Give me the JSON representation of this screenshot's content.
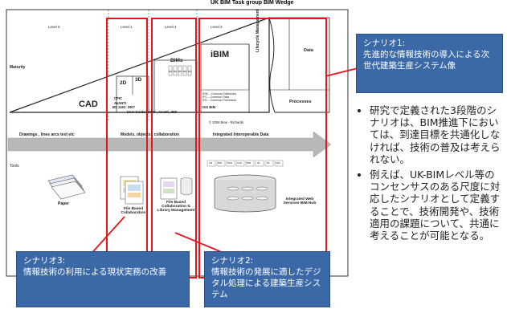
{
  "diagram": {
    "title": "UK BIM Task group BIM Wedge",
    "levels": [
      "Level 0",
      "Level 1",
      "Level 2",
      "Level 3"
    ],
    "maturity_label": "Maturity",
    "tools_label": "Tools",
    "wedge_labels": {
      "cad": "CAD",
      "two_d": "2D",
      "three_d": "3D",
      "bims": "BIMs",
      "ibim": "iBIM",
      "lifecycle": "Lifecycle Management",
      "data": "Data",
      "processes": "Processes",
      "cpic": "CPIC",
      "avanti": "AVANTI",
      "bs1192": "BS 1192: 2007",
      "user_guides": "User Guides CPIC , Avanti , BSI",
      "iso_bim": "ISO BIM",
      "cbim_notes": [
        "IDM – Common Dictionary",
        "IFC – Common Data",
        "IFD – Common Processes"
      ],
      "bims_tags": [
        "BIM",
        "BIM",
        "BIM",
        "BIM",
        "BIM"
      ],
      "copyright": "© 2008 Bew - Richards"
    },
    "arrow_labels": {
      "drawings": "Drawings ,  lines arcs text etc",
      "models": "Models, objects , collaboration",
      "integrated": "Integrated    Interoperable Data"
    },
    "tool_labels": {
      "paper": "Paper",
      "file_collab": "File Based Collaboration",
      "file_library": "File Based Collaboration & Library Management",
      "integrated_web": "Integrated Web Services BIM Hub"
    },
    "hub_tags": [
      "FM",
      "BIM",
      "DMS",
      "CAD",
      "BIM",
      "4D",
      "5D",
      "PLM"
    ]
  },
  "callouts": {
    "scenario1": {
      "title": "シナリオ1:",
      "text": "先進的な情報技術の導入による次世代建築生産システム像"
    },
    "scenario2": {
      "title": "シナリオ2:",
      "text": "情報技術の発展に適したデジタル処理による建築生産システム"
    },
    "scenario3": {
      "title": "シナリオ3:",
      "text": "情報技術の利用による現状実務の改善"
    }
  },
  "bullets": [
    "研究で定義された3段階のシナリオは、BIM推進下においては、到達目標を共通化しなければ、技術の普及は考えられない。",
    "例えば、UK-BIMレベル等のコンセンサスのある尺度に対応したシナリオとして定義することで、技術開発や、技術適用の課題について、共通に考えることが可能となる。"
  ],
  "colors": {
    "callout_bg": "#3b69a8",
    "highlight_red": "#e8141b",
    "arrow_gray": "#b8b8b8"
  }
}
